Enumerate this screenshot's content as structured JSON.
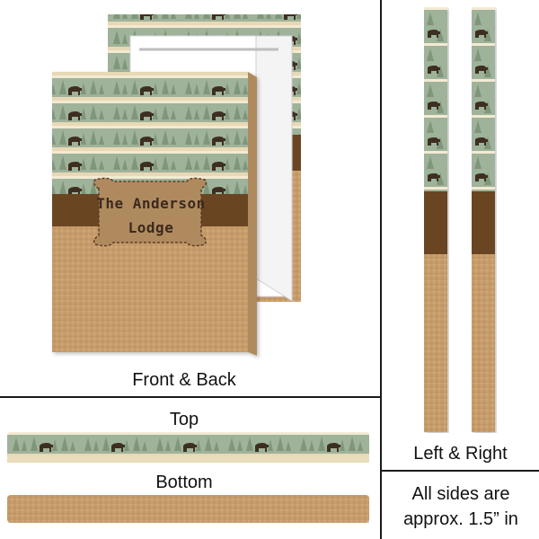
{
  "panels": {
    "front_back": {
      "caption": "Front & Back"
    },
    "top": {
      "caption": "Top"
    },
    "bottom": {
      "caption": "Bottom"
    },
    "left_right": {
      "caption": "Left & Right"
    },
    "note": {
      "line1": "All sides are",
      "line2": "approx. 1.5” in"
    }
  },
  "canvas_text": {
    "line1": "The Anderson",
    "line2": "Lodge"
  },
  "colors": {
    "burlap": "#c9a06e",
    "brown_band": "#6b4424",
    "forest_green": "#8a9e84",
    "bear": "#3e2f24",
    "cream_stripe": "#f3ead2",
    "label_patch": "#b08a5f"
  },
  "icons": [
    "bear-icon",
    "pine-tree-icon"
  ]
}
